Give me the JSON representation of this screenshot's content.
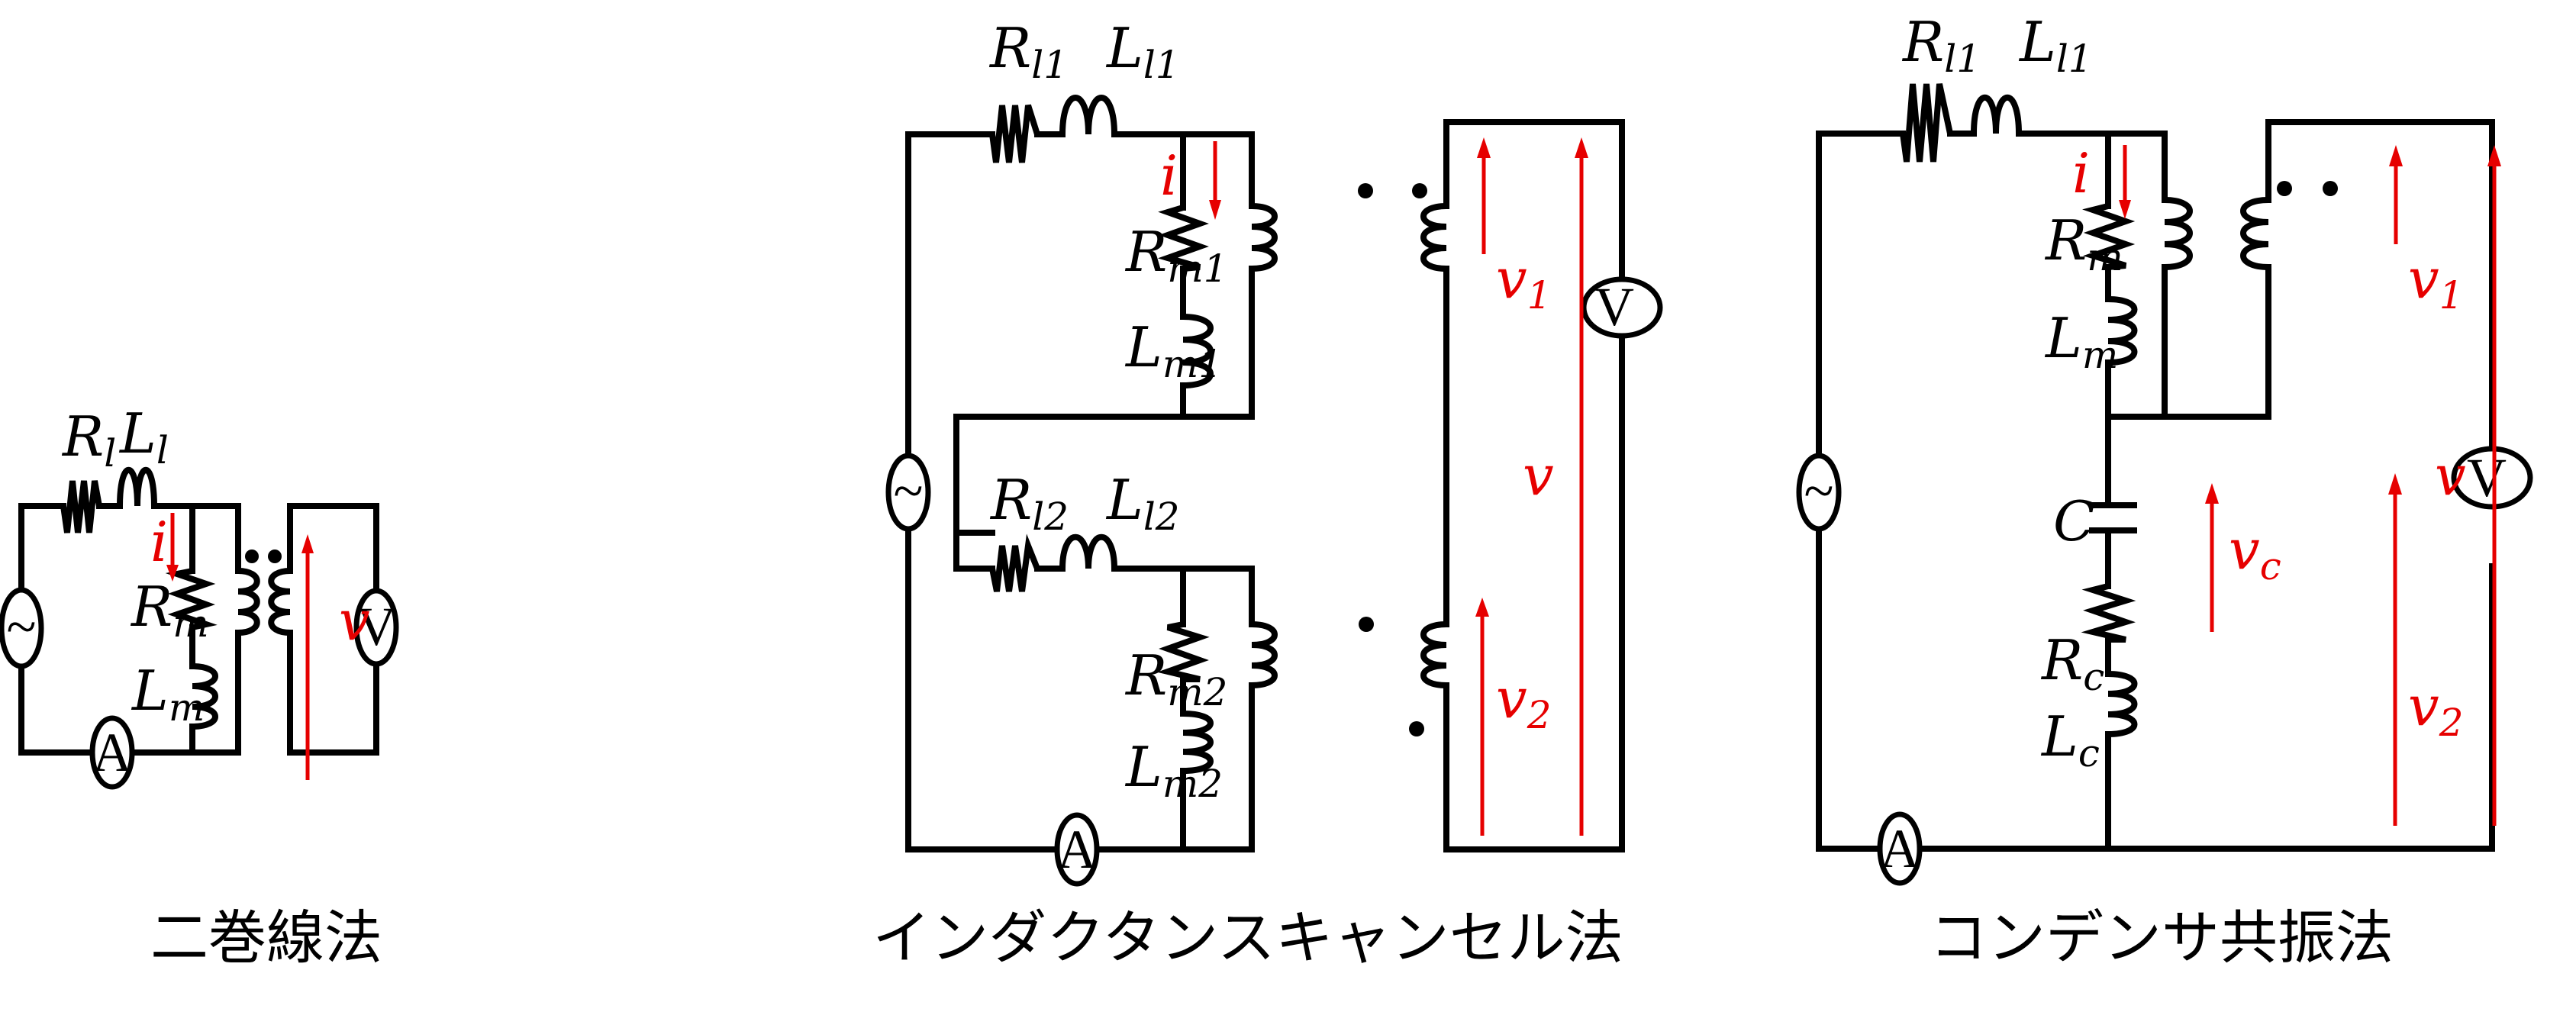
{
  "colors": {
    "wire": "#000000",
    "annotation": "#e60000",
    "background": "#ffffff"
  },
  "symbols": {
    "source": "~",
    "ammeter": "A",
    "voltmeter": "V"
  },
  "circuits": [
    {
      "caption": "二巻線法",
      "labels": {
        "Rl": {
          "base": "R",
          "sub": "l"
        },
        "Ll": {
          "base": "L",
          "sub": "l"
        },
        "Rm": {
          "base": "R",
          "sub": "m"
        },
        "Lm": {
          "base": "L",
          "sub": "m"
        }
      },
      "current": "i",
      "voltage": "v"
    },
    {
      "caption": "インダクタンスキャンセル法",
      "labels": {
        "Rl1": {
          "base": "R",
          "sub": "l1"
        },
        "Ll1": {
          "base": "L",
          "sub": "l1"
        },
        "Rm1": {
          "base": "R",
          "sub": "m1"
        },
        "Lm1": {
          "base": "L",
          "sub": "m1"
        },
        "Rl2": {
          "base": "R",
          "sub": "l2"
        },
        "Ll2": {
          "base": "L",
          "sub": "l2"
        },
        "Rm2": {
          "base": "R",
          "sub": "m2"
        },
        "Lm2": {
          "base": "L",
          "sub": "m2"
        }
      },
      "current": "i",
      "voltages": {
        "v1": {
          "base": "v",
          "sub": "1"
        },
        "v2": {
          "base": "v",
          "sub": "2"
        },
        "v": "v"
      }
    },
    {
      "caption": "コンデンサ共振法",
      "labels": {
        "Rl1": {
          "base": "R",
          "sub": "l1"
        },
        "Ll1": {
          "base": "L",
          "sub": "l1"
        },
        "Rm": {
          "base": "R",
          "sub": "m"
        },
        "Lm": {
          "base": "L",
          "sub": "m"
        },
        "C": "C",
        "Rc": {
          "base": "R",
          "sub": "c"
        },
        "Lc": {
          "base": "L",
          "sub": "c"
        }
      },
      "current": "i",
      "voltages": {
        "v1": {
          "base": "v",
          "sub": "1"
        },
        "v2": {
          "base": "v",
          "sub": "2"
        },
        "vc": {
          "base": "v",
          "sub": "c"
        },
        "v": "v"
      }
    }
  ]
}
